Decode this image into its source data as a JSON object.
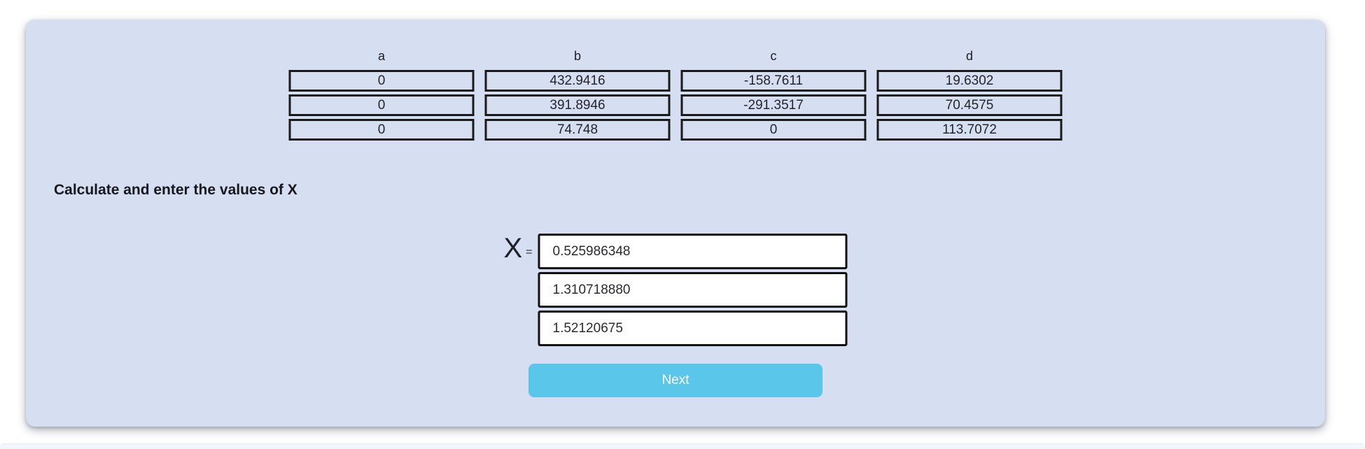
{
  "matrix": {
    "columns": [
      {
        "label": "a",
        "values": [
          "0",
          "0",
          "0"
        ]
      },
      {
        "label": "b",
        "values": [
          "432.9416",
          "391.8946",
          "74.748"
        ]
      },
      {
        "label": "c",
        "values": [
          "-158.7611",
          "-291.3517",
          "0"
        ]
      },
      {
        "label": "d",
        "values": [
          "19.6302",
          "70.4575",
          "113.7072"
        ]
      }
    ]
  },
  "instruction": "Calculate and enter the values of X",
  "answer": {
    "variable_label": "X",
    "equals_sign": "=",
    "values": [
      "0.525986348",
      "1.310718880",
      "1.52120675"
    ]
  },
  "button": {
    "next_label": "Next"
  },
  "colors": {
    "panel_bg": "#d6def1",
    "cell_border": "#1a1a1a",
    "input_border": "#111111",
    "button_bg": "#5ac6e9",
    "button_text": "#ffffff",
    "text": "#17171e",
    "footer_strip": "#f3f6fb"
  }
}
